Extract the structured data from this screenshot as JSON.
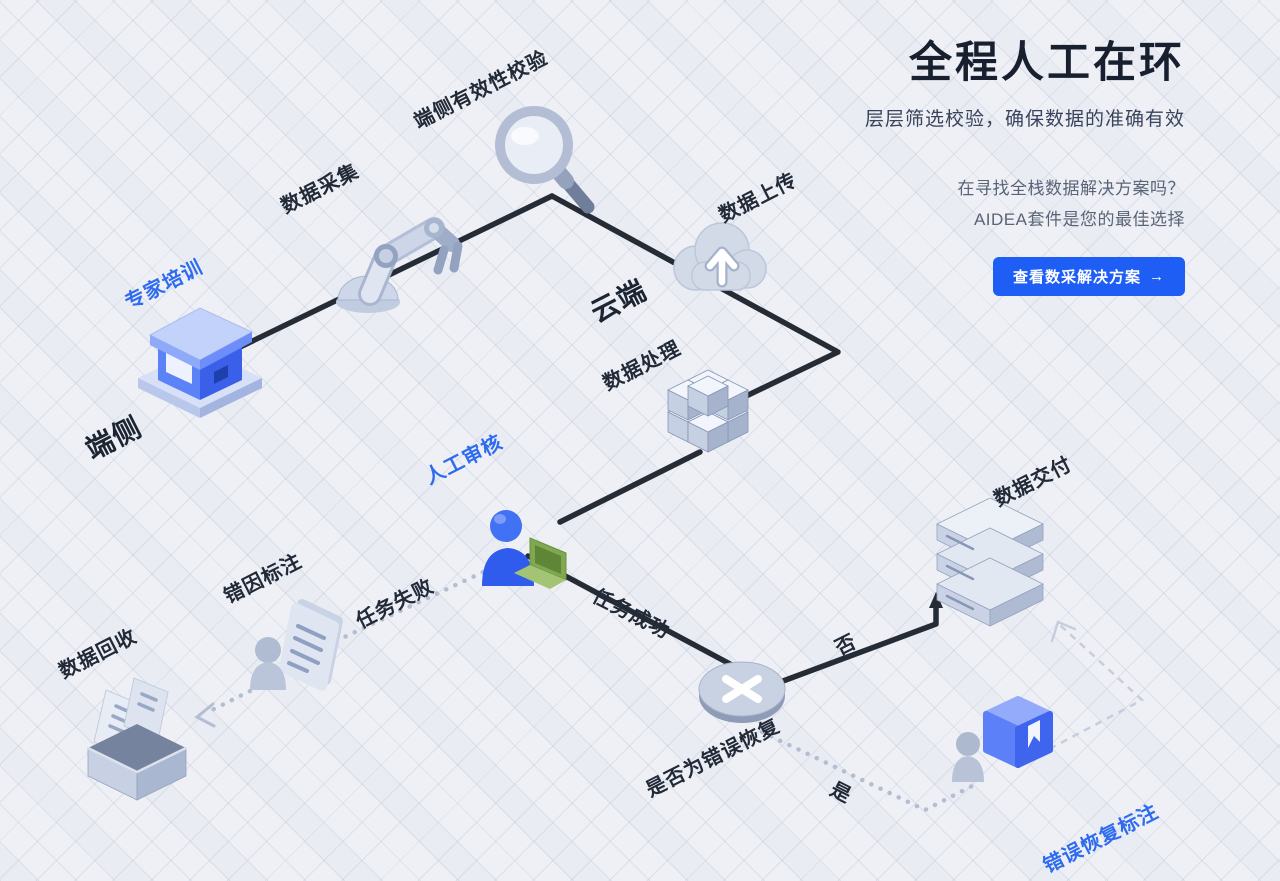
{
  "panel": {
    "title": "全程人工在环",
    "subtitle": "层层筛选校验，确保数据的准确有效",
    "promo_line1": "在寻找全栈数据解决方案吗？",
    "promo_line2": "AIDEA套件是您的最佳选择",
    "cta_label": "查看数采解决方案",
    "cta_arrow": "→"
  },
  "diagram": {
    "zones": {
      "edge": "端侧",
      "cloud": "云端"
    },
    "nodes": {
      "expert_training": "专家培训",
      "data_collection": "数据采集",
      "edge_validation": "端侧有效性校验",
      "data_upload": "数据上传",
      "data_processing": "数据处理",
      "manual_review": "人工审核",
      "task_failed": "任务失败",
      "task_succeeded": "任务成功",
      "error_cause_annotation": "错因标注",
      "data_recycle": "数据回收",
      "decision_question": "是否为错误恢复",
      "branch_no": "否",
      "branch_yes": "是",
      "data_delivery": "数据交付",
      "error_recovery_annotation": "错误恢复标注"
    },
    "colors": {
      "accent_blue": "#2e6bf0",
      "cta_background": "#1e5ef5",
      "line_dark": "#262c35"
    }
  }
}
